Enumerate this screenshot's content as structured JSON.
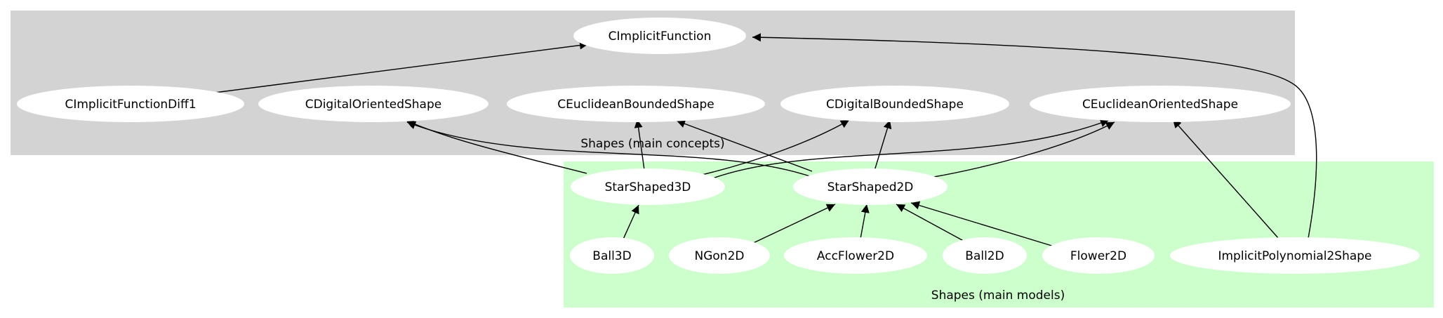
{
  "colors": {
    "background": "#ffffff",
    "cluster_concepts": "#d3d3d3",
    "cluster_models": "#ccffcc",
    "node_fill": "#ffffff",
    "edge": "#000000"
  },
  "clusters": {
    "concepts": {
      "label": "Shapes (main concepts)"
    },
    "models": {
      "label": "Shapes (main models)"
    }
  },
  "nodes": {
    "cimplicitfunction": "CImplicitFunction",
    "cimplicitfunctiondiff1": "CImplicitFunctionDiff1",
    "cdigitalorientedshape": "CDigitalOrientedShape",
    "ceuclideanboundedshape": "CEuclideanBoundedShape",
    "cdigitalboundedshape": "CDigitalBoundedShape",
    "ceuclideanorientedshape": "CEuclideanOrientedShape",
    "starshaped3d": "StarShaped3D",
    "starshaped2d": "StarShaped2D",
    "ball3d": "Ball3D",
    "ngon2d": "NGon2D",
    "accflower2d": "AccFlower2D",
    "ball2d": "Ball2D",
    "flower2d": "Flower2D",
    "implicitpolynomial2shape": "ImplicitPolynomial2Shape"
  },
  "edges": [
    {
      "from": "CImplicitFunctionDiff1",
      "to": "CImplicitFunction"
    },
    {
      "from": "ImplicitPolynomial2Shape",
      "to": "CImplicitFunction"
    },
    {
      "from": "ImplicitPolynomial2Shape",
      "to": "CEuclideanOrientedShape"
    },
    {
      "from": "StarShaped3D",
      "to": "CDigitalOrientedShape"
    },
    {
      "from": "StarShaped3D",
      "to": "CEuclideanBoundedShape"
    },
    {
      "from": "StarShaped3D",
      "to": "CDigitalBoundedShape"
    },
    {
      "from": "StarShaped3D",
      "to": "CEuclideanOrientedShape"
    },
    {
      "from": "StarShaped2D",
      "to": "CDigitalOrientedShape"
    },
    {
      "from": "StarShaped2D",
      "to": "CEuclideanBoundedShape"
    },
    {
      "from": "StarShaped2D",
      "to": "CDigitalBoundedShape"
    },
    {
      "from": "StarShaped2D",
      "to": "CEuclideanOrientedShape"
    },
    {
      "from": "Ball3D",
      "to": "StarShaped3D"
    },
    {
      "from": "NGon2D",
      "to": "StarShaped2D"
    },
    {
      "from": "AccFlower2D",
      "to": "StarShaped2D"
    },
    {
      "from": "Ball2D",
      "to": "StarShaped2D"
    },
    {
      "from": "Flower2D",
      "to": "StarShaped2D"
    }
  ]
}
